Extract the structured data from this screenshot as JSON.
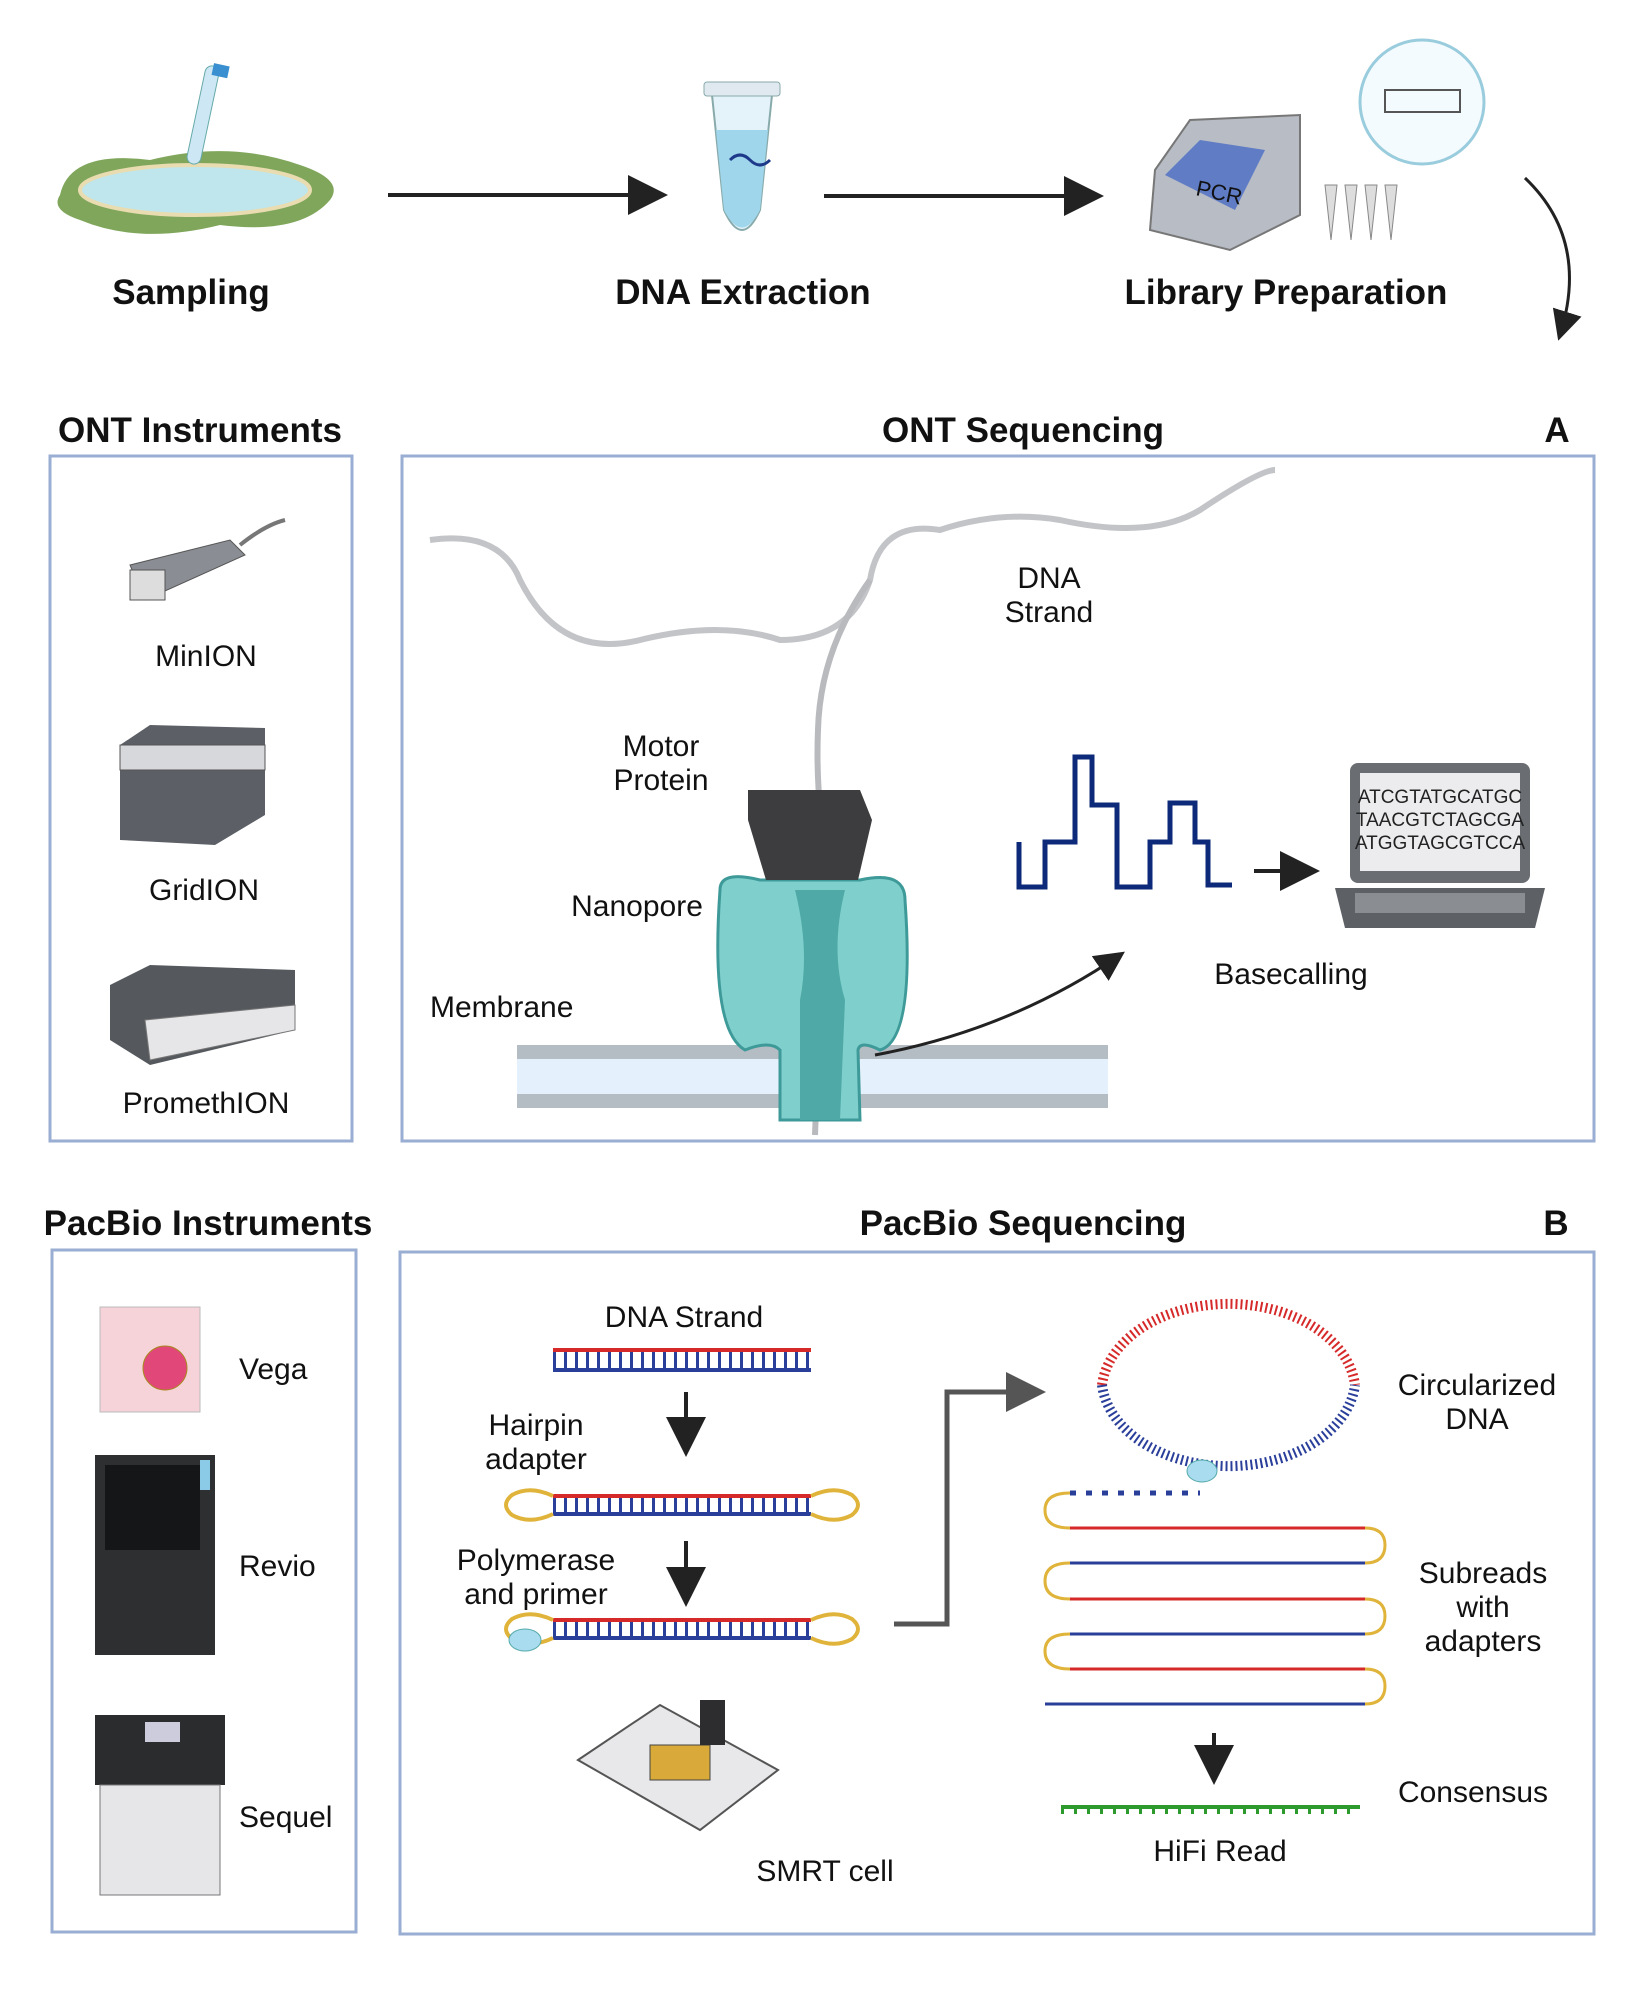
{
  "workflow": {
    "steps": [
      "Sampling",
      "DNA Extraction",
      "Library Preparation"
    ],
    "pcr_label": "PCR"
  },
  "ont": {
    "instruments_title": "ONT Instruments",
    "instruments": [
      "MinION",
      "GridION",
      "PromethION"
    ],
    "sequencing_title": "ONT Sequencing",
    "panel_letter": "A",
    "labels": {
      "dna_strand_1": "DNA",
      "dna_strand_2": "Strand",
      "motor_1": "Motor",
      "motor_2": "Protein",
      "nanopore": "Nanopore",
      "membrane": "Membrane",
      "basecalling": "Basecalling"
    },
    "laptop_sequences": [
      "ATCGTATGCATGC",
      "TAACGTCTAGCGA",
      "ATGGTAGCGTCCA"
    ]
  },
  "pacbio": {
    "instruments_title": "PacBio Instruments",
    "instruments": [
      "Vega",
      "Revio",
      "Sequel"
    ],
    "sequencing_title": "PacBio Sequencing",
    "panel_letter": "B",
    "labels": {
      "dna_strand": "DNA Strand",
      "hairpin_1": "Hairpin",
      "hairpin_2": "adapter",
      "polymerase_1": "Polymerase",
      "polymerase_2": "and primer",
      "smrt_cell": "SMRT cell",
      "circularized_1": "Circularized",
      "circularized_2": "DNA",
      "subreads_1": "Subreads",
      "subreads_2": "with",
      "subreads_3": "adapters",
      "consensus": "Consensus",
      "hifi": "HiFi Read"
    }
  },
  "colors": {
    "box_border": "#9aaed3",
    "signal": "#0d2a7a",
    "nanopore": "#7fcfcc",
    "strand_red": "#d62a2a",
    "strand_blue": "#2a3f9a",
    "adapter": "#e0b43a",
    "hifi": "#2d9a2d"
  }
}
